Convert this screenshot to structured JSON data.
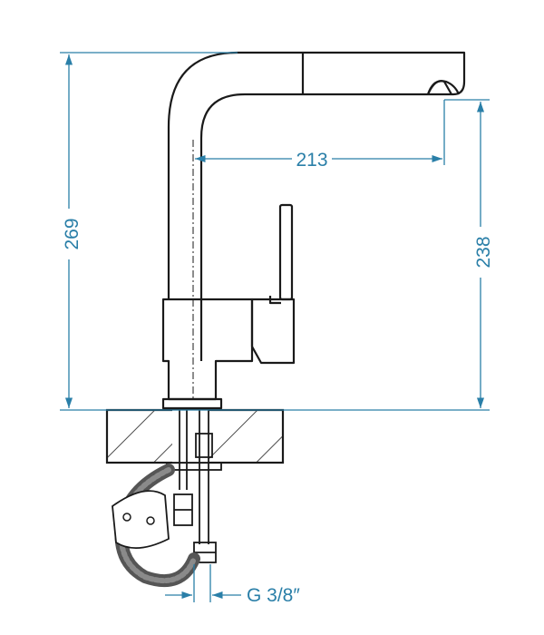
{
  "colors": {
    "outline": "#1a1a1a",
    "dimension": "#2a7fa8",
    "hose": "#555555"
  },
  "dimensions": {
    "overall_height": "269",
    "spout_height": "238",
    "spout_reach": "213",
    "thread": "G 3/8″"
  }
}
